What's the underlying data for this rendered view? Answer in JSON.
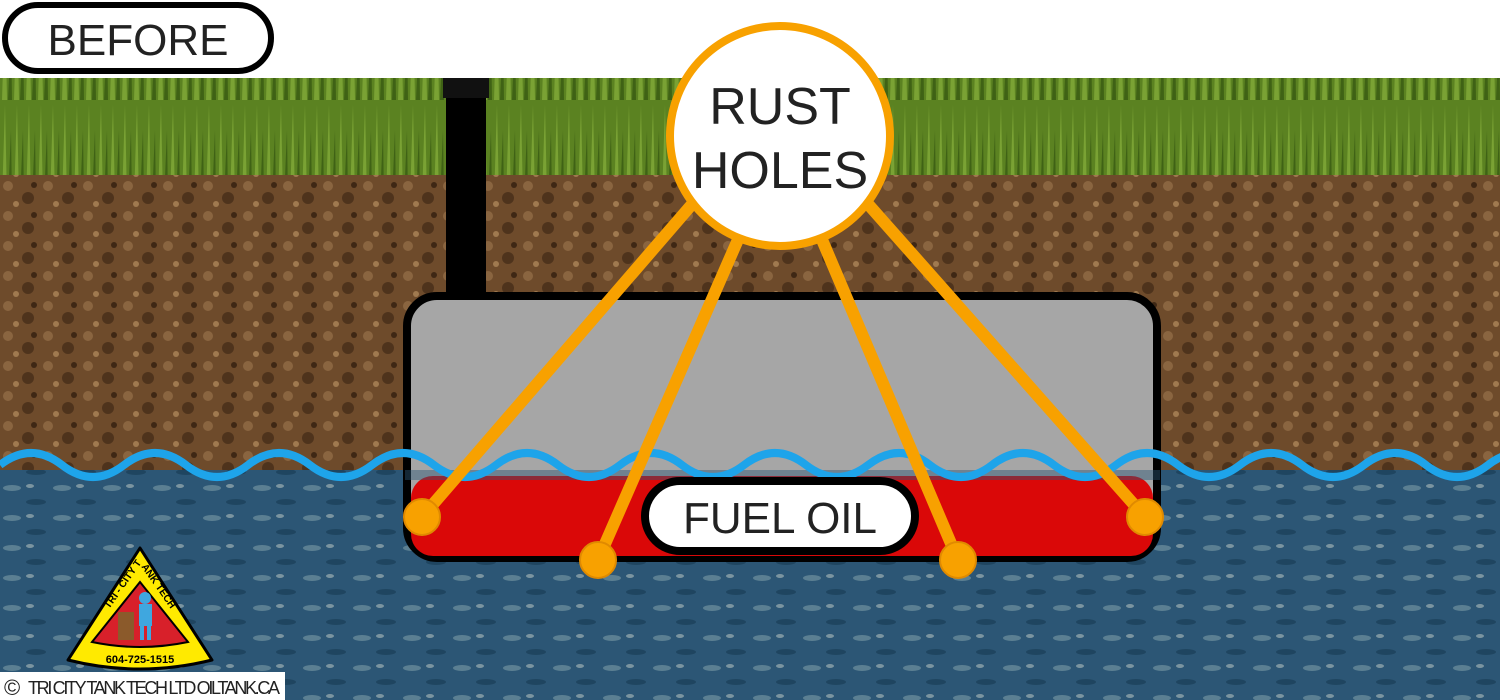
{
  "title_badge": "BEFORE",
  "callout": {
    "line1": "RUST",
    "line2": "HOLES"
  },
  "tank_label": "FUEL OIL",
  "logo": {
    "top_text": "TRI - CITY TANK TECH",
    "phone": "604-725-1515"
  },
  "footer": {
    "copyright_symbol": "©",
    "text": "TRI CITY TANK TECH LTD  OILTANK.CA"
  },
  "colors": {
    "grass": "#5b8221",
    "soil": "#6e4b2b",
    "groundwater": "#2c5675",
    "water_line": "#1ea4ea",
    "tank_empty": "#a6a6a6",
    "fuel_oil": "#da0808",
    "callout": "#f8a100"
  }
}
